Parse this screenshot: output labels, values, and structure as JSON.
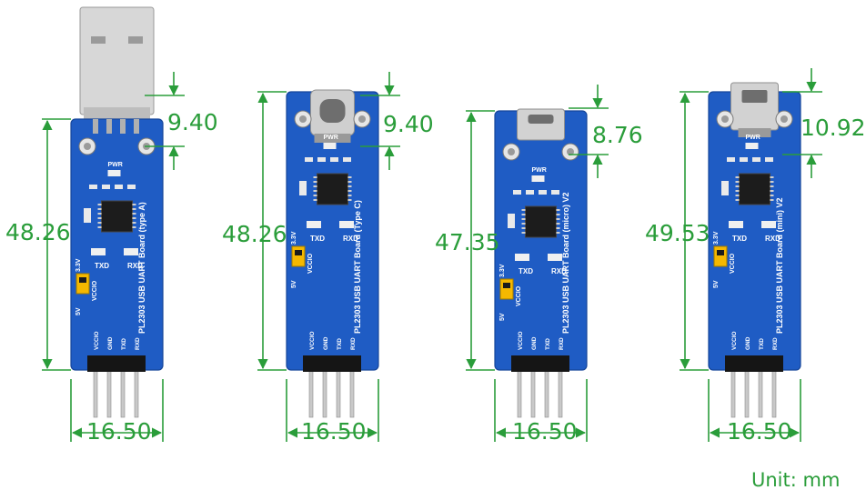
{
  "unit_label": "Unit: mm",
  "boards": [
    {
      "board_text": "PL2303 USB UART Board (type A)",
      "connector": "usb-a",
      "height": "48.26",
      "width": "16.50",
      "connector_offset": "9.40",
      "pwr": "PWR",
      "v33": "3.3V",
      "v5": "5V",
      "txd": "TXD",
      "rxd": "RXD",
      "pins": [
        "VCCIO",
        "GND",
        "TXD",
        "RXD"
      ]
    },
    {
      "board_text": "PL2303 USB UART Board (Type C)",
      "connector": "usb-c",
      "height": "48.26",
      "width": "16.50",
      "connector_offset": "9.40",
      "pwr": "PWR",
      "v33": "3.3V",
      "v5": "5V",
      "txd": "TXD",
      "rxd": "RXD",
      "pins": [
        "VCCIO",
        "GND",
        "TXD",
        "RXD"
      ]
    },
    {
      "board_text": "PL2303 USB UART Board (micro) V2",
      "connector": "micro-usb",
      "height": "47.35",
      "width": "16.50",
      "connector_offset": "8.76",
      "pwr": "PWR",
      "v33": "3.3V",
      "v5": "5V",
      "txd": "TXD",
      "rxd": "RXD",
      "pins": [
        "VCCIO",
        "GND",
        "TXD",
        "RXD"
      ]
    },
    {
      "board_text": "PL2303 USB UART Board (mini) V2",
      "connector": "mini-usb",
      "height": "49.53",
      "width": "16.50",
      "connector_offset": "10.92",
      "pwr": "PWR",
      "v33": "3.3V",
      "v5": "5V",
      "txd": "TXD",
      "rxd": "RXD",
      "pins": [
        "VCCIO",
        "GND",
        "TXD",
        "RXD"
      ]
    }
  ],
  "colors": {
    "dimension": "#2a9d3a",
    "pcb": "#1f5cc4",
    "pcb_edge": "#16469a",
    "silkscreen": "#ffffff",
    "jumper": "#f5b800"
  }
}
